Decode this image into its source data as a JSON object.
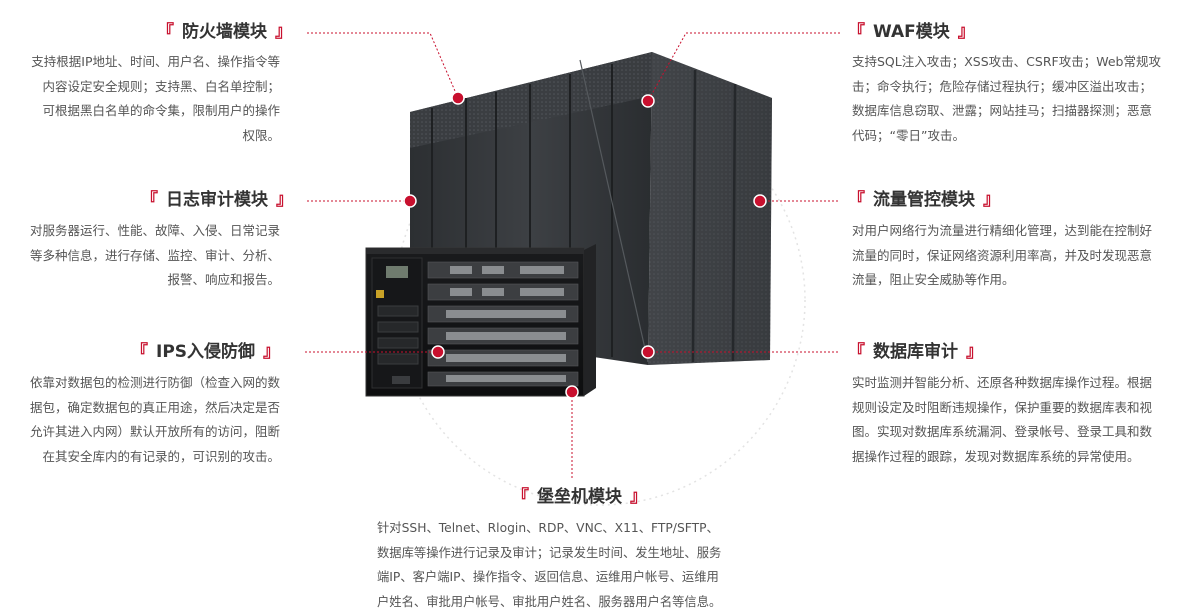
{
  "colors": {
    "accent": "#c8102e",
    "heading": "#333333",
    "text": "#555555",
    "device": "#3a3d40"
  },
  "modules": {
    "firewall": {
      "title": "防火墙模块",
      "lines": [
        "支持根据IP地址、时间、用户名、操作指令等",
        "内容设定安全规则；支持黑、白名单控制；",
        "可根据黑白名单的命令集，限制用户的操作",
        "权限。"
      ]
    },
    "log_audit": {
      "title": "日志审计模块",
      "lines": [
        "对服务器运行、性能、故障、入侵、日常记录",
        "等多种信息，进行存储、监控、审计、分析、",
        "报警、响应和报告。"
      ]
    },
    "ips": {
      "title": "IPS入侵防御",
      "lines": [
        "依靠对数据包的检测进行防御（检查入网的数",
        "据包，确定数据包的真正用途，然后决定是否",
        "允许其进入内网）默认开放所有的访问，阻断",
        "在其安全库内的有记录的，可识别的攻击。"
      ]
    },
    "waf": {
      "title": "WAF模块",
      "lines": [
        "支持SQL注入攻击；XSS攻击、CSRF攻击；Web常规攻",
        "击；命令执行；危险存储过程执行；缓冲区溢出攻击；",
        "数据库信息窃取、泄露；网站挂马；扫描器探测；恶意",
        "代码；“零日”攻击。"
      ]
    },
    "traffic": {
      "title": "流量管控模块",
      "lines": [
        "对用户网络行为流量进行精细化管理，达到能在控制好",
        "流量的同时，保证网络资源利用率高，并及时发现恶意",
        "流量，阻止安全威胁等作用。"
      ]
    },
    "db_audit": {
      "title": "数据库审计",
      "lines": [
        "实时监测并智能分析、还原各种数据库操作过程。根据",
        "规则设定及时阻断违规操作，保护重要的数据库表和视",
        "图。实现对数据库系统漏洞、登录帐号、登录工具和数",
        "据操作过程的跟踪，发现对数据库系统的异常使用。"
      ]
    },
    "bastion": {
      "title": "堡垒机模块",
      "lines": [
        "针对SSH、Telnet、Rlogin、RDP、VNC、X11、FTP/SFTP、",
        "数据库等操作进行记录及审计；记录发生时间、发生地址、服务",
        "端IP、客户端IP、操作指令、返回信息、运维用户帐号、运维用",
        "户姓名、审批用户帐号、审批用户姓名、服务器用户名等信息。"
      ]
    }
  }
}
